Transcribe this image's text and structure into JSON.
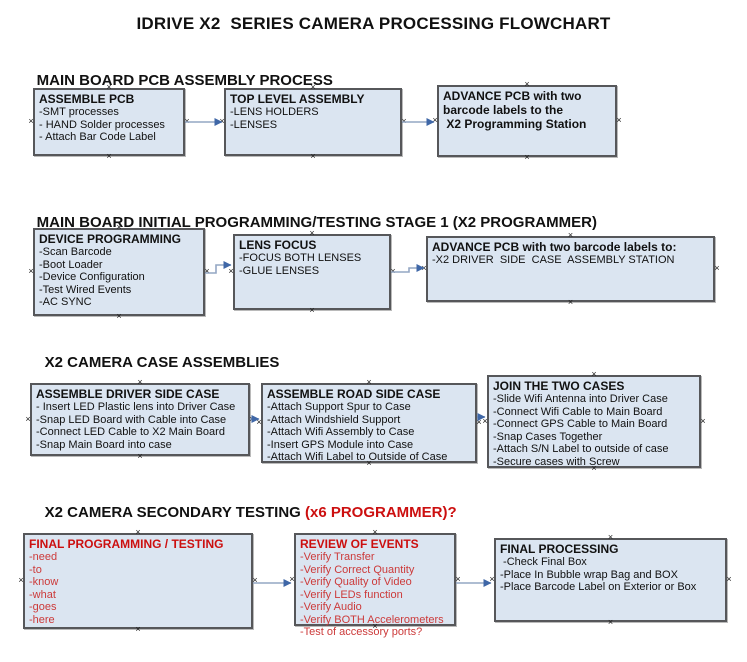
{
  "title": "IDRIVE X2  SERIES CAMERA PROCESSING FLOWCHART",
  "handle_glyph": "×",
  "colors": {
    "box_fill": "#dbe5f1",
    "box_border": "#56575a",
    "connector_line": "#94a7c4",
    "connector_arrow": "#3f67a7",
    "red_title": "#cc0f0f",
    "red_body": "#cc3a3a"
  },
  "sections": [
    {
      "heading": "MAIN BOARD PCB ASSEMBLY PROCESS",
      "boxes": [
        {
          "title": "ASSEMBLE PCB",
          "lines": [
            "-SMT processes",
            "- HAND Solder processes",
            "- Attach Bar Code Label"
          ]
        },
        {
          "title": "TOP LEVEL ASSEMBLY",
          "lines": [
            "-LENS HOLDERS",
            "-LENSES"
          ]
        },
        {
          "title": "ADVANCE PCB with two",
          "lines": [
            "barcode labels to the",
            " X2 Programming Station"
          ]
        }
      ]
    },
    {
      "heading": "MAIN BOARD INITIAL PROGRAMMING/TESTING STAGE 1 (X2 PROGRAMMER)",
      "boxes": [
        {
          "title": "DEVICE PROGRAMMING",
          "lines": [
            "-Scan Barcode",
            "-Boot Loader",
            "-Device Configuration",
            "-Test Wired Events",
            "-AC SYNC"
          ]
        },
        {
          "title": "LENS FOCUS",
          "lines": [
            "-FOCUS BOTH LENSES",
            "-GLUE LENSES"
          ]
        },
        {
          "title": "ADVANCE PCB with two barcode labels to:",
          "lines": [
            "-X2 DRIVER  SIDE  CASE  ASSEMBLY STATION"
          ]
        }
      ]
    },
    {
      "heading": "X2 CAMERA CASE ASSEMBLIES",
      "boxes": [
        {
          "title": "ASSEMBLE DRIVER SIDE CASE",
          "lines": [
            "- Insert LED Plastic lens into Driver Case",
            "-Snap LED Board with Cable into Case",
            "-Connect LED Cable to X2 Main Board",
            "-Snap Main Board into case"
          ]
        },
        {
          "title": "ASSEMBLE ROAD SIDE CASE",
          "lines": [
            "-Attach Support Spur to Case",
            "-Attach Windshield Support",
            "-Attach Wifi Assembly to Case",
            "-Insert GPS Module into Case",
            "-Attach Wifi Label to Outside of Case"
          ]
        },
        {
          "title": "JOIN THE TWO CASES",
          "lines": [
            "-Slide Wifi Antenna into Driver Case",
            "-Connect Wifi Cable to Main Board",
            "-Connect GPS Cable to Main Board",
            "-Snap Cases Together",
            "-Attach S/N Label to outside of case",
            "-Secure cases with Screw"
          ]
        }
      ]
    },
    {
      "heading": "X2 CAMERA SECONDARY TESTING ",
      "heading_red": "(x6 PROGRAMMER)?",
      "boxes": [
        {
          "title": "FINAL PROGRAMMING / TESTING",
          "lines": [
            "-need",
            "-to",
            "-know",
            "-what",
            "-goes",
            "-here"
          ]
        },
        {
          "title": "REVIEW OF EVENTS",
          "lines": [
            "-Verify Transfer",
            "-Verify Correct Quantity",
            "-Verify Quality of Video",
            "-Verify LEDs function",
            "-Verify Audio",
            "-Verify BOTH Accelerometers",
            "-Test of accessory ports?"
          ]
        },
        {
          "title": "FINAL PROCESSING",
          "lines": [
            " -Check Final Box",
            "-Place In Bubble wrap Bag and BOX",
            "-Place Barcode Label on Exterior or Box"
          ]
        }
      ]
    }
  ]
}
